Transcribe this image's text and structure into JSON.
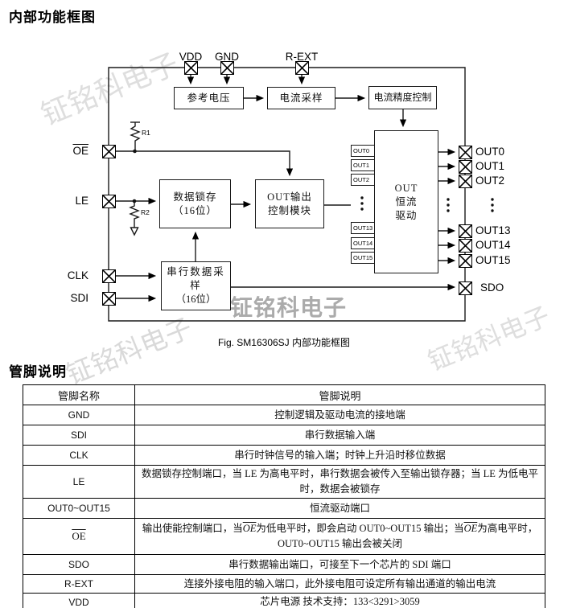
{
  "page": {
    "heading_block_diagram": "内部功能框图",
    "heading_pin_desc": "管脚说明",
    "figure_caption": "Fig. SM16306SJ 内部功能框图",
    "watermark_text": "钲铭科电子"
  },
  "diagram": {
    "top_pins": [
      "VDD",
      "GND",
      "R-EXT"
    ],
    "left_pins": [
      "OE",
      "LE",
      "CLK",
      "SDI"
    ],
    "right_pins": [
      "OUT0",
      "OUT1",
      "OUT2",
      "OUT13",
      "OUT14",
      "OUT15"
    ],
    "sdo_pin": "SDO",
    "blocks": {
      "ref_voltage": "参考电压",
      "current_sample": "电流采样",
      "current_precision": "电流精度控制",
      "data_latch_l1": "数据锁存",
      "data_latch_l2": "（16位）",
      "out_ctrl_l1": "OUT输出",
      "out_ctrl_l2": "控制模块",
      "serial_l1": "串行数据采样",
      "serial_l2": "（16位）",
      "driver_l1": "OUT",
      "driver_l2": "恒流",
      "driver_l3": "驱动"
    },
    "driver_inputs": [
      "OUT0",
      "OUT1",
      "OUT2",
      "OUT13",
      "OUT14",
      "OUT15"
    ],
    "resistor_r1": "R1",
    "resistor_r2": "R2"
  },
  "table": {
    "headers": [
      "管脚名称",
      "管脚说明"
    ],
    "rows": [
      {
        "name": "GND",
        "desc": [
          "控制逻辑及驱动电流的接地端"
        ]
      },
      {
        "name": "SDI",
        "desc": [
          "串行数据输入端"
        ]
      },
      {
        "name": "CLK",
        "desc": [
          "串行时钟信号的输入端；时钟上升沿时移位数据"
        ]
      },
      {
        "name": "LE",
        "desc": [
          "数据锁存控制端口，当 LE 为高电平时，串行数据会被传入至输出锁存器；当 LE 为低电平时，数据会被锁存"
        ]
      },
      {
        "name": "OUT0~OUT15",
        "desc": [
          "恒流驱动端口"
        ]
      },
      {
        "name": "OE",
        "name_overline": true,
        "desc": [
          "输出使能控制端口，当",
          {
            "ov": "OE"
          },
          "为低电平时，即会启动 OUT0~OUT15 输出；当",
          {
            "ov": "OE"
          },
          "为高电平时，OUT0~OUT15 输出会被关闭"
        ]
      },
      {
        "name": "SDO",
        "desc": [
          "串行数据输出端口，可接至下一个芯片的 SDI 端口"
        ]
      },
      {
        "name": "R-EXT",
        "desc": [
          "连接外接电阻的输入端口，此外接电阻可设定所有输出通道的输出电流"
        ]
      },
      {
        "name": "VDD",
        "desc": [
          "芯片电源  技术支持：133<3291>3059"
        ]
      }
    ]
  }
}
